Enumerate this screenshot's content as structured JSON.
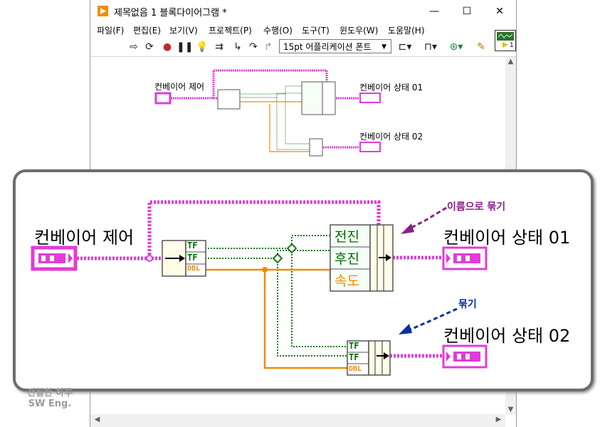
{
  "window": {
    "title": "제목없음 1 블록다이어그램 *",
    "controls": {
      "minimize": "—",
      "maximize": "☐",
      "close": "✕"
    }
  },
  "menu": [
    "파일(F)",
    "편집(E)",
    "보기(V)",
    "프로젝트(P)",
    "수행(O)",
    "도구(T)",
    "윈도우(W)",
    "도움말(H)"
  ],
  "toolbar": {
    "font_select": "15pt 어플리케이션 폰트",
    "icons": [
      "run-arrow-icon",
      "run-continuous-icon",
      "abort-icon",
      "pause-icon",
      "highlight-execution-icon",
      "retain-wire-values-icon",
      "step-into-icon",
      "step-over-icon",
      "step-out-icon",
      "align-icon",
      "distribute-icon",
      "reorder-icon",
      "cleanup-icon"
    ]
  },
  "vi_icon_label": "1",
  "diagram": {
    "control_label": "컨베이어 제어",
    "indicator1_label": "컨베이어 상태 01",
    "indicator2_label": "컨베이어 상태 02",
    "bundle_name_items": [
      "전진",
      "후진",
      "속도"
    ],
    "unbundle_items": [
      "TF",
      "TF",
      "DBL"
    ]
  },
  "annotations": {
    "bundle_by_name": "이름으로 묶기",
    "bundle": "묶기"
  },
  "watermark": [
    "전필한 하루",
    "SW Eng."
  ],
  "colors": {
    "cluster_pink": "#e23bd9",
    "boolean_green": "#006800",
    "double_orange": "#f08c00",
    "annotation_purple": "#8a1f8a",
    "annotation_blue": "#0b2fa0"
  }
}
